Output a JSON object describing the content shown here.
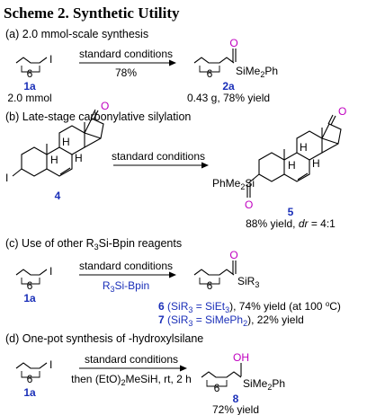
{
  "colors": {
    "ink": "#000000",
    "blue": "#1a2fb8",
    "oxygen": "#c000c0",
    "bond": "#000000"
  },
  "title": "Scheme 2. Synthetic Utility",
  "sections": {
    "a": {
      "header": "(a) 2.0 mmol-scale synthesis",
      "reactant_sub": "6",
      "reactant_atom": "I",
      "reactant_label": "1a",
      "reactant_amount": "2.0 mmol",
      "arrow_above": "standard conditions",
      "arrow_below": "78%",
      "product_sub": "6",
      "product_oxygen": "O",
      "product_silyl": "SiMe",
      "product_silyl_sub": "2",
      "product_silyl_tail": "Ph",
      "product_label": "2a",
      "product_yield": "0.43 g, 78% yield"
    },
    "b": {
      "header": "(b) Late-stage carbonylative silylation",
      "reactant_atom": "I",
      "reactant_oxygen": "O",
      "h_labels": [
        "H",
        "H",
        "H"
      ],
      "reactant_label": "4",
      "arrow_above": "standard conditions",
      "product_silyl_head": "PhMe",
      "product_silyl_sub": "2",
      "product_silyl_tail": "Si",
      "product_ring_oxygen": "O",
      "product_acyl_oxygen": "O",
      "product_label": "5",
      "product_yield_pre": "88% yield, ",
      "product_yield_dr": "dr",
      "product_yield_post": " = 4:1"
    },
    "c": {
      "header_pre": "(c) Use of other R",
      "header_sub": "3",
      "header_post": "Si-Bpin reagents",
      "reactant_sub": "6",
      "reactant_atom": "I",
      "reactant_label": "1a",
      "arrow_above": "standard conditions",
      "arrow_below_pre": "R",
      "arrow_below_sub": "3",
      "arrow_below_post": "Si-Bpin",
      "product_sub": "6",
      "product_oxygen": "O",
      "product_silyl": "SiR",
      "product_silyl_sub": "3",
      "result1_label": "6",
      "result1_a": " (SiR",
      "result1_a_sub": "3",
      "result1_b": " = SiEt",
      "result1_b_sub": "3",
      "result1_c": "), 74% yield (at 100 ",
      "result1_deg": "o",
      "result1_d": "C)",
      "result2_label": "7",
      "result2_a": " (SiR",
      "result2_a_sub": "3",
      "result2_b": " = SiMePh",
      "result2_b_sub": "2",
      "result2_c": "), 22% yield"
    },
    "d": {
      "header": "(d) One-pot synthesis of -hydroxylsilane",
      "reactant_sub": "6",
      "reactant_atom": "I",
      "reactant_label": "1a",
      "arrow_above": "standard conditions",
      "arrow_below_pre": "then (EtO)",
      "arrow_below_sub": "2",
      "arrow_below_post": "MeSiH, rt, 2 h",
      "product_sub": "6",
      "product_oh": "OH",
      "product_silyl": "SiMe",
      "product_silyl_sub": "2",
      "product_silyl_tail": "Ph",
      "product_label": "8",
      "product_yield": "72% yield"
    }
  }
}
